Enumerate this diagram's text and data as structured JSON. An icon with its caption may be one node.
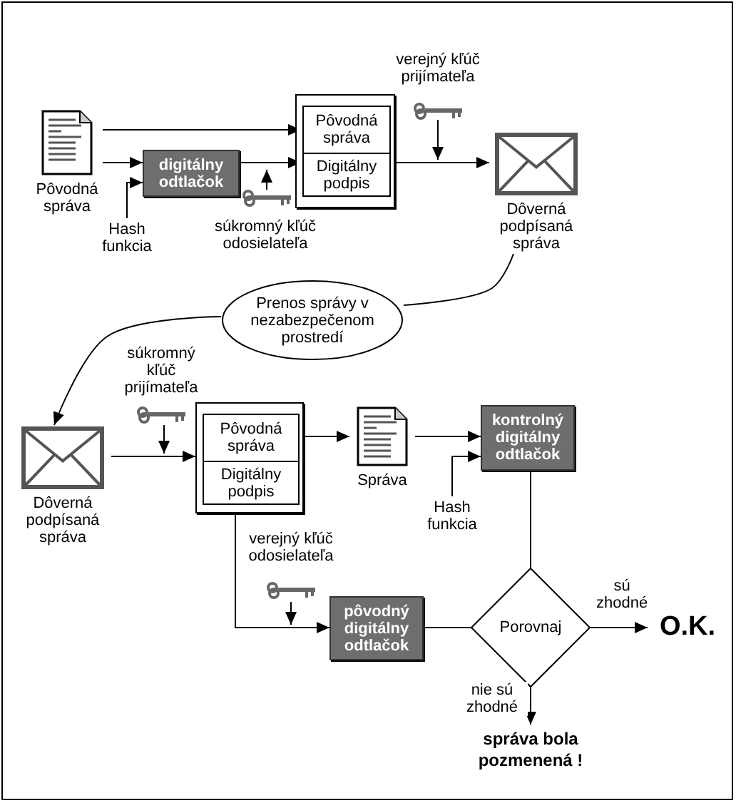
{
  "diagram": {
    "nodes": [
      {
        "text": [
          "Pôvodná správa"
        ]
      },
      {
        "text": [
          "Hash funkcia"
        ]
      },
      {
        "text": [
          "digitálny odtlačok"
        ]
      },
      {
        "text": [
          "súkromný kľúč odosielateľa"
        ]
      },
      {
        "text": [],
        "shape": "box"
      },
      {
        "text": [
          "Pôvodná správa"
        ],
        "in": 4
      },
      {
        "text": [
          "Digitálny podpis"
        ],
        "in": 4
      },
      {
        "text": [
          "verejný kľúč prijímateľa"
        ]
      },
      {
        "text": [
          "Dôverná podpísaná správa"
        ]
      },
      {
        "text": [
          "Prenos správy v nezabezpečenom prostredí"
        ]
      },
      {
        "text": [
          "Dôverná podpísaná správa"
        ]
      },
      {
        "text": [
          "súkromný kľúč prijímateľa"
        ]
      },
      {
        "text": [],
        "shape": "box"
      },
      {
        "text": [
          "Pôvodná správa"
        ],
        "in": 12
      },
      {
        "text": [
          "Digitálny podpis"
        ],
        "in": 12
      },
      {
        "text": [
          "Správa"
        ]
      },
      {
        "text": [
          "Hash funkcia"
        ]
      },
      {
        "text": [
          "kontrolný digitálny odtlačok"
        ]
      },
      {
        "text": [
          "verejný kľúč odosielateľa"
        ]
      },
      {
        "text": [
          "pôvodný digitálny odtlačok"
        ]
      },
      {
        "text": [
          "Porovnaj"
        ]
      },
      {
        "text": [
          "O.K."
        ]
      },
      {
        "text": [
          "správa bola pozmenená !"
        ]
      }
    ],
    "edges": [
      {
        "from": 0,
        "to": 5,
        "arrow": "to"
      },
      {
        "from": 1,
        "to": 2,
        "arrow": "to"
      },
      {
        "from": 0,
        "to": 2,
        "arrow": "to"
      },
      {
        "from": 2,
        "to": 6,
        "arrow": "to"
      },
      {
        "from": 3,
        "to": null,
        "arrow": "to"
      },
      {
        "from": 4,
        "to": 8,
        "arrow": "to"
      },
      {
        "from": 7,
        "to": null,
        "arrow": "to"
      },
      {
        "from": 8,
        "to": 9,
        "arrow": "none"
      },
      {
        "from": 9,
        "to": 10,
        "arrow": "to"
      },
      {
        "from": 11,
        "to": null,
        "arrow": "to"
      },
      {
        "from": 10,
        "to": 12,
        "arrow": "to"
      },
      {
        "from": 13,
        "to": 15,
        "arrow": "to"
      },
      {
        "from": 15,
        "to": 17,
        "arrow": "to"
      },
      {
        "from": 16,
        "to": 17,
        "arrow": "to"
      },
      {
        "from": 14,
        "to": 19,
        "arrow": "to"
      },
      {
        "from": 18,
        "to": null,
        "arrow": "to"
      },
      {
        "from": 19,
        "to": 20,
        "arrow": "none"
      },
      {
        "from": 17,
        "to": 20,
        "arrow": "none"
      },
      {
        "from": 20,
        "to": 21,
        "arrow": "to",
        "label": "sú zhodné"
      },
      {
        "from": 20,
        "to": 22,
        "arrow": "to",
        "label": "nie sú zhodné"
      }
    ]
  }
}
